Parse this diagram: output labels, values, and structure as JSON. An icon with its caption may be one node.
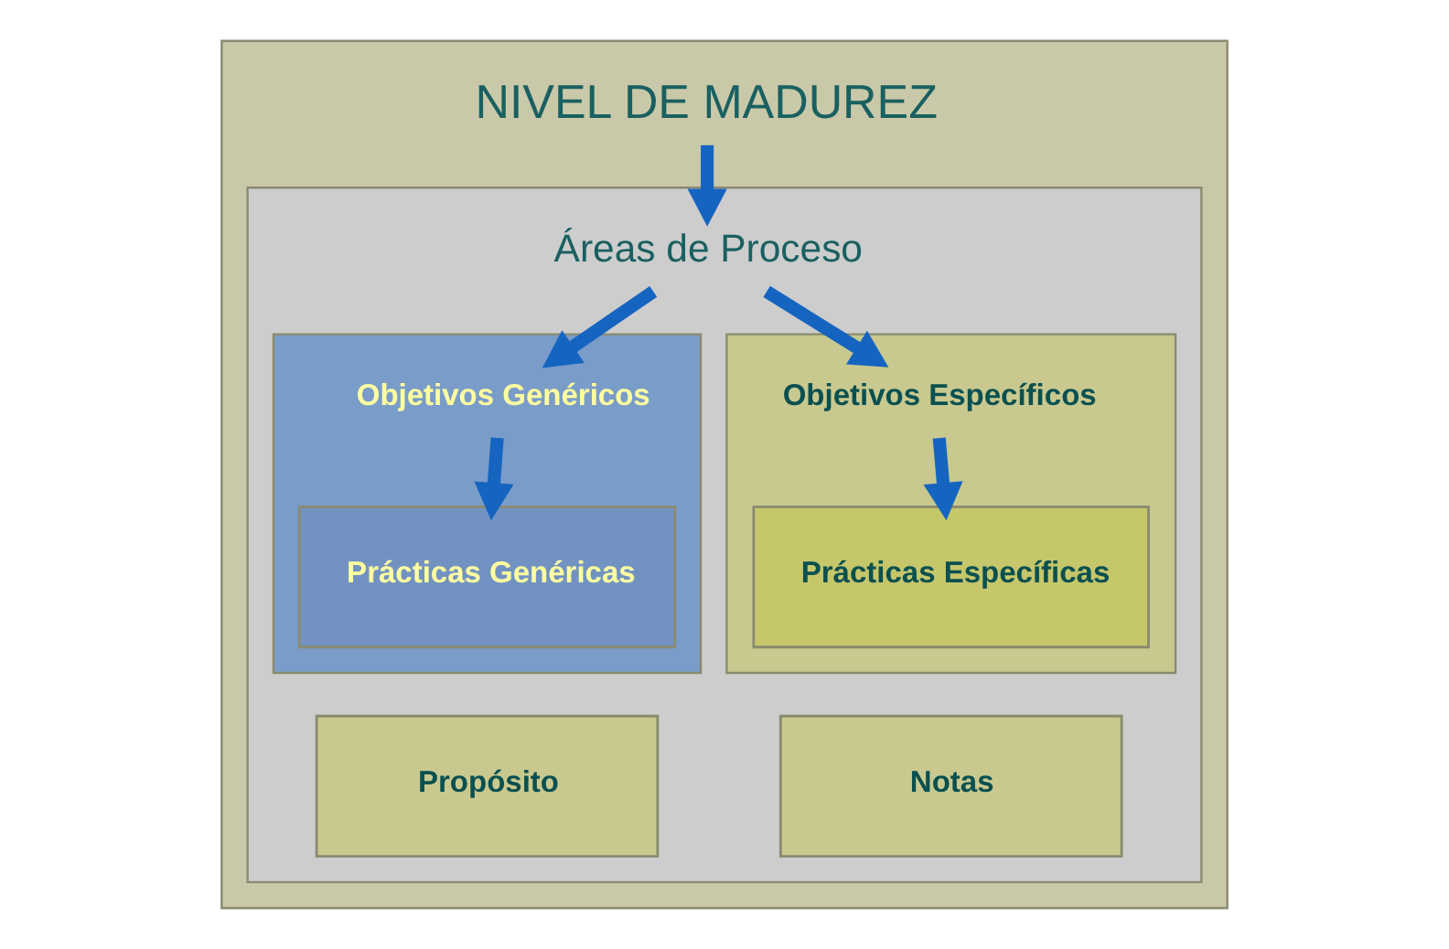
{
  "diagram": {
    "nodes": [
      {
        "text": [
          "NIVEL DE MADUREZ"
        ]
      },
      {
        "text": [
          "Áreas de Proceso"
        ],
        "in": 0
      },
      {
        "text": [
          "Objetivos Genéricos"
        ],
        "in": 1
      },
      {
        "text": [
          "Prácticas Genéricas"
        ],
        "in": 2
      },
      {
        "text": [
          "Objetivos Específicos"
        ],
        "in": 1
      },
      {
        "text": [
          "Prácticas Específicas"
        ],
        "in": 4
      },
      {
        "text": [
          "Propósito"
        ],
        "in": 1
      },
      {
        "text": [
          "Notas"
        ],
        "in": 1
      }
    ],
    "edges": [
      {
        "from": 0,
        "to": 1,
        "arrow": "to"
      },
      {
        "from": 1,
        "to": 2,
        "arrow": "to"
      },
      {
        "from": 1,
        "to": 4,
        "arrow": "to"
      },
      {
        "from": 2,
        "to": 3,
        "arrow": "to"
      },
      {
        "from": 4,
        "to": 5,
        "arrow": "to"
      }
    ]
  }
}
